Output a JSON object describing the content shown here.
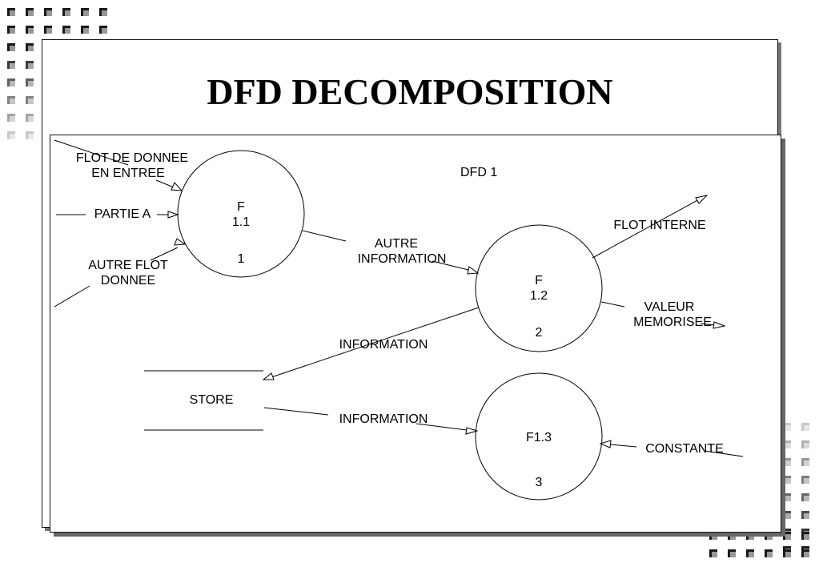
{
  "title": "DFD DECOMPOSITION",
  "colors": {
    "square_dark": "#1a1a1a",
    "square_light": "#c8c8c8",
    "line": "#000000"
  },
  "diagram_label": "DFD 1",
  "processes": [
    {
      "id": "p1",
      "name_line1": "F",
      "name_line2": "1.1",
      "number": "1"
    },
    {
      "id": "p2",
      "name_line1": "F",
      "name_line2": "1.2",
      "number": "2"
    },
    {
      "id": "p3",
      "name_line1": "F1.3",
      "name_line2": "",
      "number": "3"
    }
  ],
  "store": {
    "label": "STORE"
  },
  "flows": {
    "flot_entree": [
      "FLOT DE DONNEE",
      "EN ENTREE"
    ],
    "partie_a": "PARTIE A",
    "autre_flot": [
      "AUTRE FLOT",
      "DONNEE"
    ],
    "autre_information": [
      "AUTRE",
      "INFORMATION"
    ],
    "flot_interne": "FLOT INTERNE",
    "valeur_memorisee": [
      "VALEUR",
      "MEMORISEE"
    ],
    "information_to_store": "INFORMATION",
    "information_from_store": "INFORMATION",
    "constante": "CONSTANTE"
  }
}
